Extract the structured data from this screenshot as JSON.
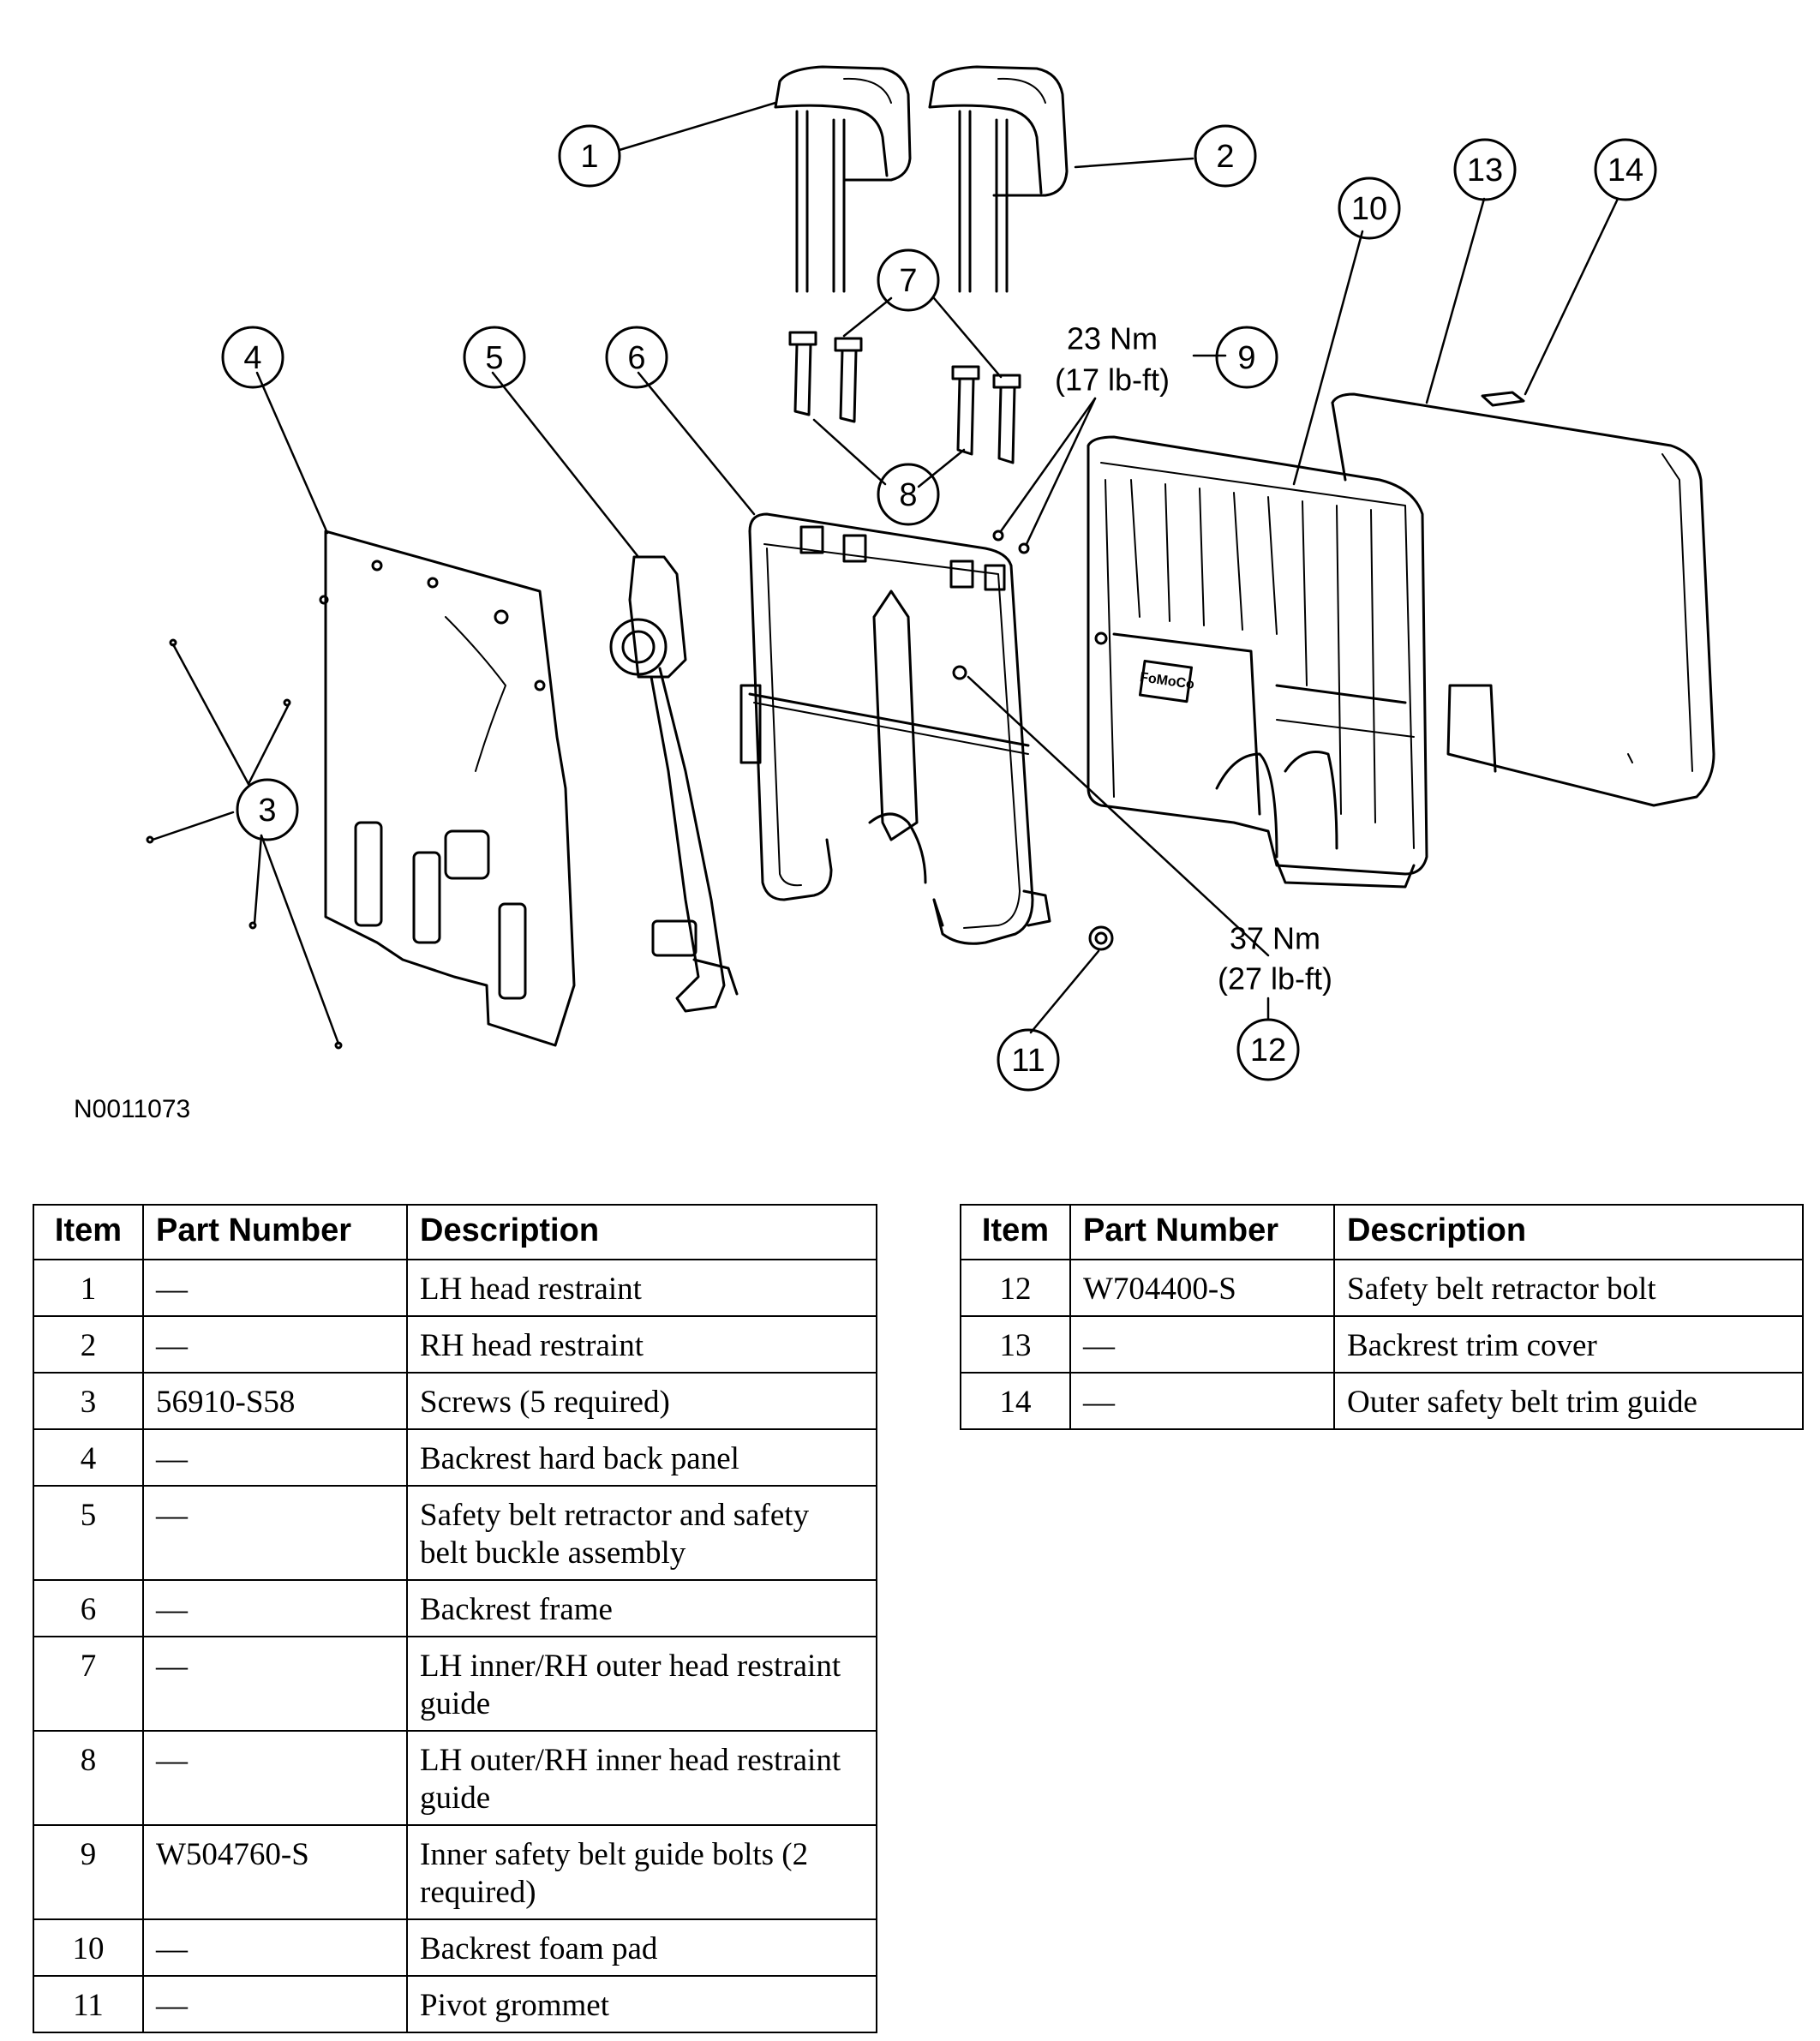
{
  "figure_id": "N0011073",
  "torque_labels": {
    "t9": {
      "nm": "23 Nm",
      "lbft": "(17 lb-ft)"
    },
    "t12": {
      "nm": "37 Nm",
      "lbft": "(27 lb-ft)"
    }
  },
  "callouts": [
    "1",
    "2",
    "3",
    "4",
    "5",
    "6",
    "7",
    "8",
    "9",
    "10",
    "11",
    "12",
    "13",
    "14"
  ],
  "fomoco_label": "FoMoCo",
  "tables": {
    "headers": {
      "item": "Item",
      "part_number": "Part Number",
      "description": "Description"
    },
    "left_rows": [
      {
        "item": "1",
        "part": "—",
        "desc": "LH head restraint"
      },
      {
        "item": "2",
        "part": "—",
        "desc": "RH head restraint"
      },
      {
        "item": "3",
        "part": "56910-S58",
        "desc": "Screws (5 required)"
      },
      {
        "item": "4",
        "part": "—",
        "desc": "Backrest hard back panel"
      },
      {
        "item": "5",
        "part": "—",
        "desc": "Safety belt retractor and safety belt buckle assembly"
      },
      {
        "item": "6",
        "part": "—",
        "desc": "Backrest frame"
      },
      {
        "item": "7",
        "part": "—",
        "desc": "LH inner/RH outer head restraint guide"
      },
      {
        "item": "8",
        "part": "—",
        "desc": "LH outer/RH inner head restraint guide"
      },
      {
        "item": "9",
        "part": "W504760-S",
        "desc": "Inner safety belt guide bolts (2 required)"
      },
      {
        "item": "10",
        "part": "—",
        "desc": "Backrest foam pad"
      },
      {
        "item": "11",
        "part": "—",
        "desc": "Pivot grommet"
      }
    ],
    "right_rows": [
      {
        "item": "12",
        "part": "W704400-S",
        "desc": "Safety belt retractor bolt"
      },
      {
        "item": "13",
        "part": "—",
        "desc": "Backrest trim cover"
      },
      {
        "item": "14",
        "part": "—",
        "desc": "Outer safety belt trim guide"
      }
    ]
  }
}
